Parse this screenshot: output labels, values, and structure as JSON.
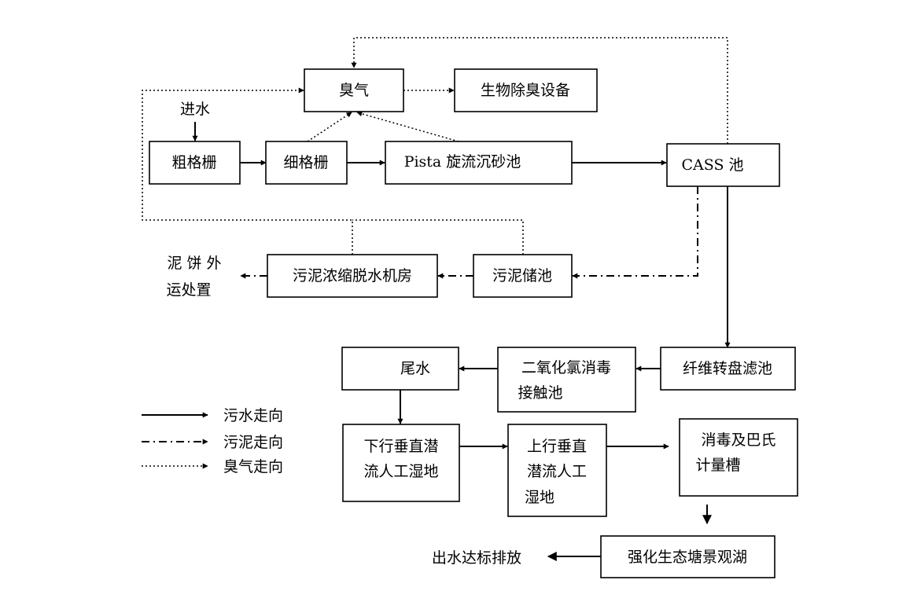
{
  "nodes": {
    "odor": "臭气",
    "bio_deodor": "生物除臭设备",
    "inlet": "进水",
    "coarse_screen": "粗格栅",
    "fine_screen": "细格栅",
    "pista": "Pista 旋流沉砂池",
    "cass": "CASS 池",
    "sludge_cake_line1": "泥 饼 外",
    "sludge_cake_line2": "运处置",
    "dewatering": "污泥浓缩脱水机房",
    "sludge_tank": "污泥储池",
    "fiber_filter": "纤维转盘滤池",
    "disinfect_line1": "二氧化氯消毒",
    "disinfect_line2": "接触池",
    "tail_water": "尾水",
    "down_wetland_line1": "下行垂直潜",
    "down_wetland_line2": "流人工湿地",
    "up_wetland_line1": "上行垂直",
    "up_wetland_line2": "潜流人工",
    "up_wetland_line3": "湿地",
    "parshall_line1": "消毒及巴氏",
    "parshall_line2": "计量槽",
    "pond": "强化生态塘景观湖",
    "discharge": "出水达标排放"
  },
  "legend": {
    "sewage": "污水走向",
    "sludge": "污泥走向",
    "odor": "臭气走向"
  }
}
